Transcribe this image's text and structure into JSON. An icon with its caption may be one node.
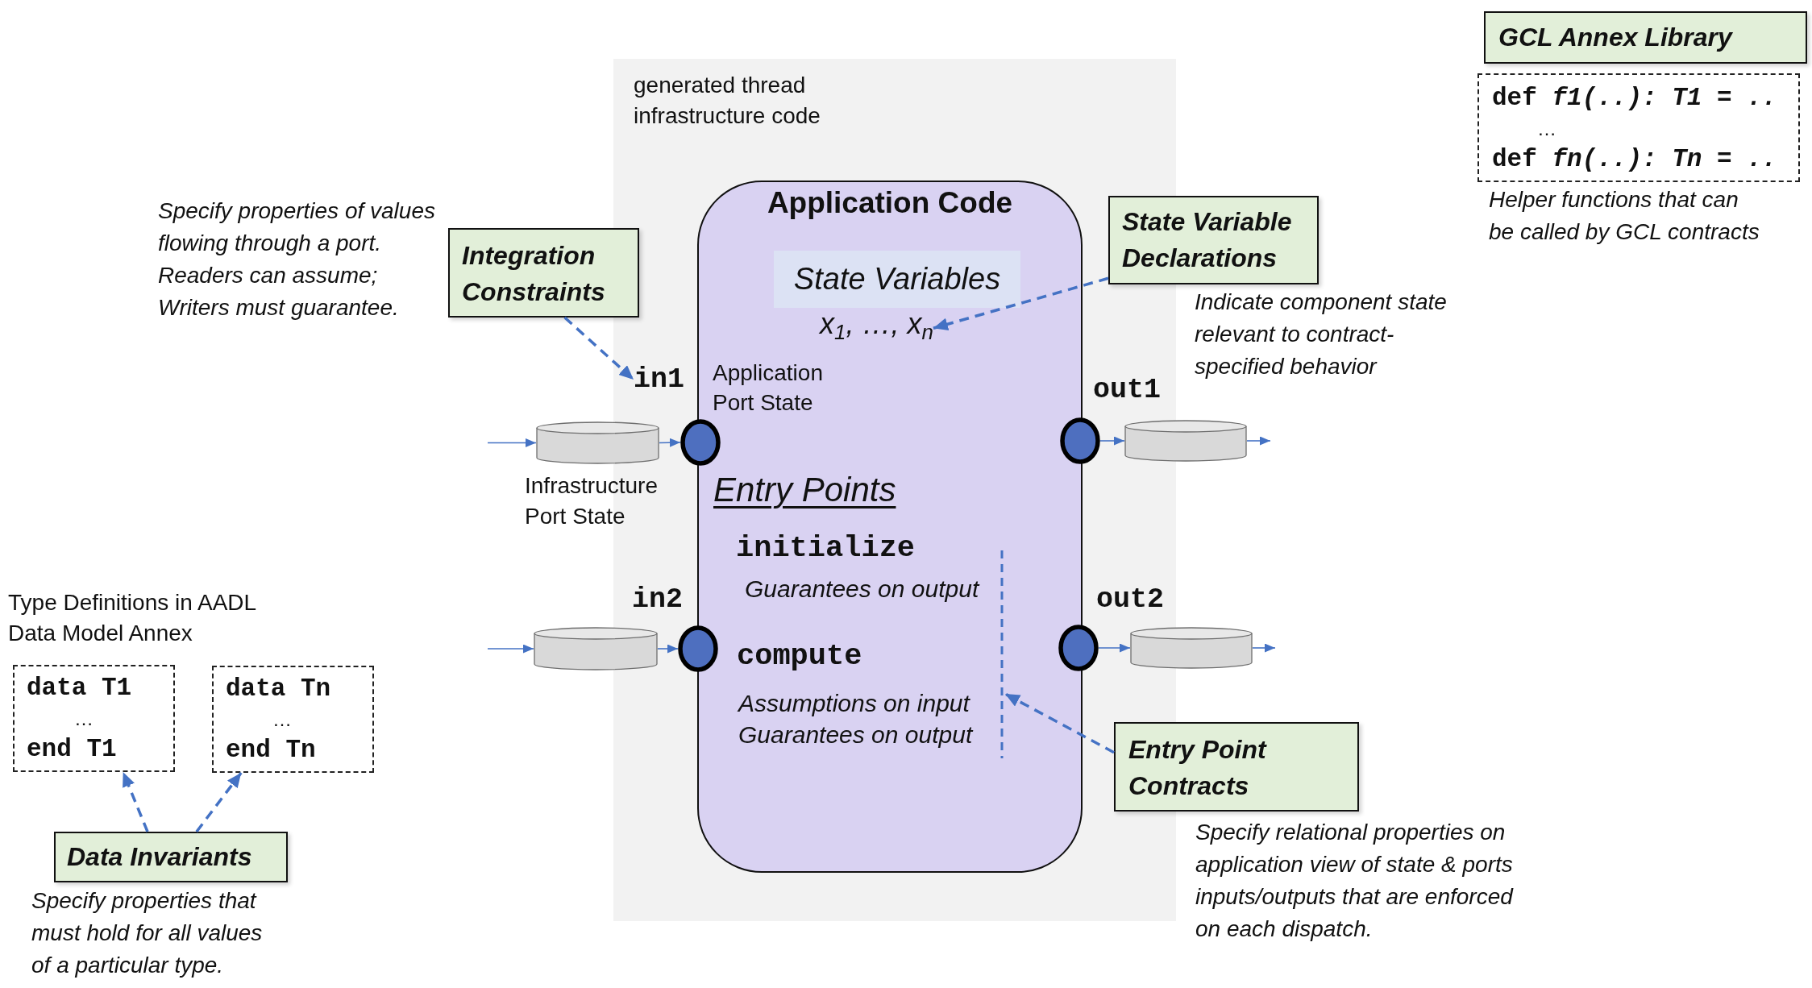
{
  "diagram": {
    "nodes": [
      {
        "text": [
          "generated thread infrastructure code"
        ]
      },
      {
        "text": [
          "Integration Constraints"
        ],
        "beside": [
          "Specify properties of values flowing through a port. Readers can assume; Writers must guarantee."
        ]
      },
      {
        "text": [
          "Application Code",
          "Entry Points",
          "initialize",
          "Guarantees on output",
          "compute",
          "Assumptions on input Guarantees on output"
        ],
        "in": 0
      },
      {
        "text": [
          "State Variables"
        ],
        "in": 2
      },
      {
        "text": [
          "x$_{1}$, …, x$_{n}$"
        ],
        "in": 2
      },
      {
        "text": [
          "State Variable Declarations"
        ],
        "beside": [
          "Indicate component state relevant to contract-specified behavior"
        ]
      },
      {
        "text": [
          "GCL Annex Library"
        ]
      },
      {
        "text": [
          "def *f1(..): T1 = ..*",
          "…",
          "def *fn(..): Tn = ..*"
        ],
        "beside": [
          "Helper functions that can be called by GCL contracts"
        ]
      },
      {
        "text": [
          "in1"
        ],
        "in": 0
      },
      {
        "text": [],
        "shape": "cylinder",
        "beside": [
          "Infrastructure Port State"
        ]
      },
      {
        "text": [],
        "shape": "circle",
        "in": 0,
        "beside": [
          "Application Port State"
        ]
      },
      {
        "text": [],
        "shape": "circle",
        "in": 0,
        "beside": [
          "out1"
        ]
      },
      {
        "text": [],
        "shape": "cylinder"
      },
      {
        "text": [],
        "shape": "line",
        "in": 2
      },
      {
        "text": [],
        "shape": "cylinder"
      },
      {
        "text": [],
        "shape": "circle",
        "in": 0,
        "beside": [
          "in2"
        ]
      },
      {
        "text": [],
        "shape": "circle",
        "in": 0,
        "beside": [
          "out2"
        ]
      },
      {
        "text": [],
        "shape": "cylinder"
      },
      {
        "text": [
          "data T1",
          "…",
          "end T1"
        ]
      },
      {
        "text": [
          "data Tn",
          "…",
          "end Tn"
        ]
      },
      {
        "text": [
          "Entry Point Contracts"
        ],
        "beside": [
          "Specify relational properties on application view of state & ports inputs/outputs that are enforced on each dispatch."
        ]
      },
      {
        "text": [
          "Data Invariants"
        ],
        "beside": [
          "Specify properties that must hold for all values of a particular type."
        ]
      }
    ],
    "edges": [
      {
        "from": 1,
        "to": 8,
        "arrow": "to",
        "style": "dashed"
      },
      {
        "from": 5,
        "to": 4,
        "arrow": "to",
        "style": "dashed"
      },
      {
        "from": null,
        "to": 9,
        "arrow": "to"
      },
      {
        "from": 9,
        "to": 10,
        "arrow": "to"
      },
      {
        "from": 11,
        "to": 12,
        "arrow": "to"
      },
      {
        "from": 12,
        "to": null,
        "arrow": "to"
      },
      {
        "from": null,
        "to": 14,
        "arrow": "to"
      },
      {
        "from": 14,
        "to": 15,
        "arrow": "to"
      },
      {
        "from": 16,
        "to": 17,
        "arrow": "to"
      },
      {
        "from": 17,
        "to": null,
        "arrow": "to"
      },
      {
        "from": 20,
        "to": 13,
        "arrow": "to",
        "style": "dashed"
      },
      {
        "from": 21,
        "to": 18,
        "arrow": "to",
        "style": "dashed"
      },
      {
        "from": 21,
        "to": 19,
        "arrow": "to",
        "style": "dashed"
      }
    ],
    "labels": [
      "Type Definitions in AADL Data Model Annex"
    ]
  }
}
